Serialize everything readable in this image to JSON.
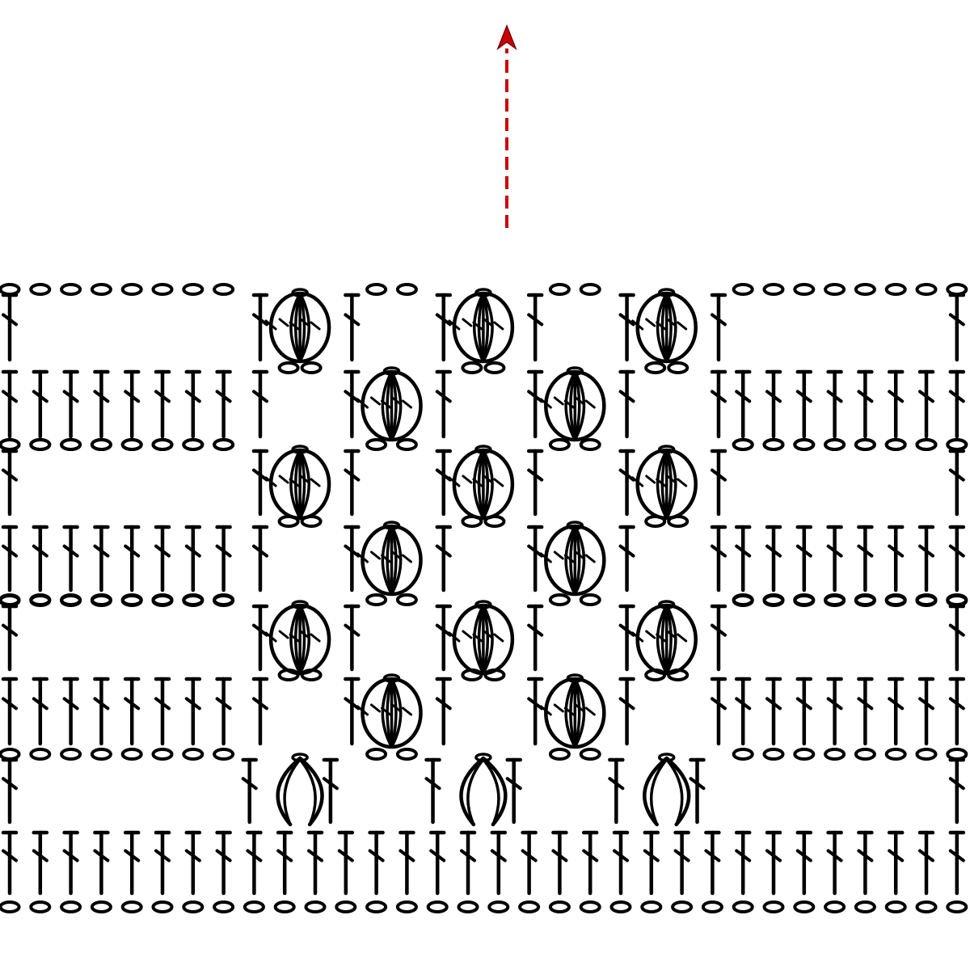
{
  "diagram": {
    "type": "crochet-chart",
    "colors": {
      "ink": "#000000",
      "arrow": "#cc0000",
      "background": "#ffffff"
    },
    "symbols": {
      "ch": "oval",
      "dc": "double-crochet",
      "puff": "closed-puff-stitch",
      "open_puff": "open-puff-stitch",
      "direction": "dashed-arrow-up"
    },
    "stitches_per_repeat_row": 32,
    "rows": [
      {
        "row": 1,
        "kind": "chain-foundation"
      },
      {
        "row": 2,
        "kind": "all-dc"
      },
      {
        "row": 3,
        "kind": "puff-row",
        "pattern": "chains-and-open-puffs"
      },
      {
        "row": 4,
        "kind": "dc-blocks-with-puffs",
        "puff_count": 2
      },
      {
        "row": 5,
        "kind": "chains-and-puffs",
        "puff_count": 3
      },
      {
        "row": 6,
        "kind": "dc-blocks-with-puffs",
        "puff_count": 2
      },
      {
        "row": 7,
        "kind": "chains-and-puffs",
        "puff_count": 3
      },
      {
        "row": 8,
        "kind": "dc-blocks-with-puffs",
        "puff_count": 2
      },
      {
        "row": 9,
        "kind": "chains-and-puffs",
        "puff_count": 3
      }
    ]
  }
}
